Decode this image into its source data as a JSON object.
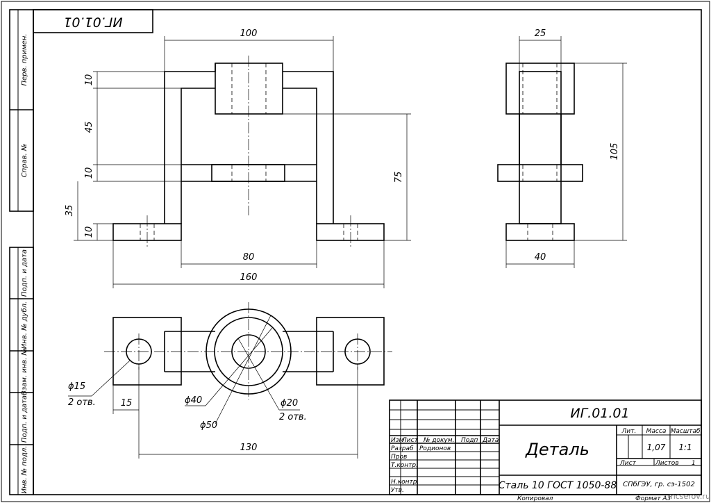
{
  "drawing": {
    "code": "ИГ.01.01",
    "code_rotated": "ИГ.01.01",
    "part_name": "Деталь",
    "material": "Сталь 10 ГОСТ 1050-88",
    "organization": "СПбГЭУ, гр. сэ-1502",
    "mass": "1,07",
    "scale": "1:1",
    "sheets_total": "1",
    "developer": "Родионов",
    "copied": "Копировал",
    "format": "Формат А3",
    "watermark": "mcserov.ru"
  },
  "side_labels": [
    "Перв. примен.",
    "Справ. №",
    "Подп. и дата",
    "Инв. № дубл.",
    "Взам. инв. №",
    "Подп. и дата",
    "Инв. № подл."
  ],
  "stamp_headers": {
    "izm": "Изм",
    "list": "Лист",
    "doc_num": "№ докум.",
    "sign": "Подп",
    "date": "Дата",
    "razrab": "Разраб",
    "prov": "Пров",
    "tkontr": "Т.контр.",
    "nkontr": "Н.контр.",
    "utv": "Утв.",
    "lit": "Лит.",
    "massa": "Масса",
    "masshtab": "Масштаб",
    "list2": "Лист",
    "listov": "Листов"
  },
  "dimensions": {
    "front_width_top": "100",
    "d10_top": "10",
    "d45": "45",
    "d10_mid": "10",
    "d35": "35",
    "d10_bot": "10",
    "d75": "75",
    "d80": "80",
    "d160": "160",
    "side_25": "25",
    "side_105": "105",
    "side_40": "40",
    "hole_d15": "ϕ15",
    "holes_count": "2 отв.",
    "d15": "15",
    "d40": "ϕ40",
    "d50": "ϕ50",
    "d20": "ϕ20",
    "holes20_count": "2 отв.",
    "d130": "130"
  }
}
